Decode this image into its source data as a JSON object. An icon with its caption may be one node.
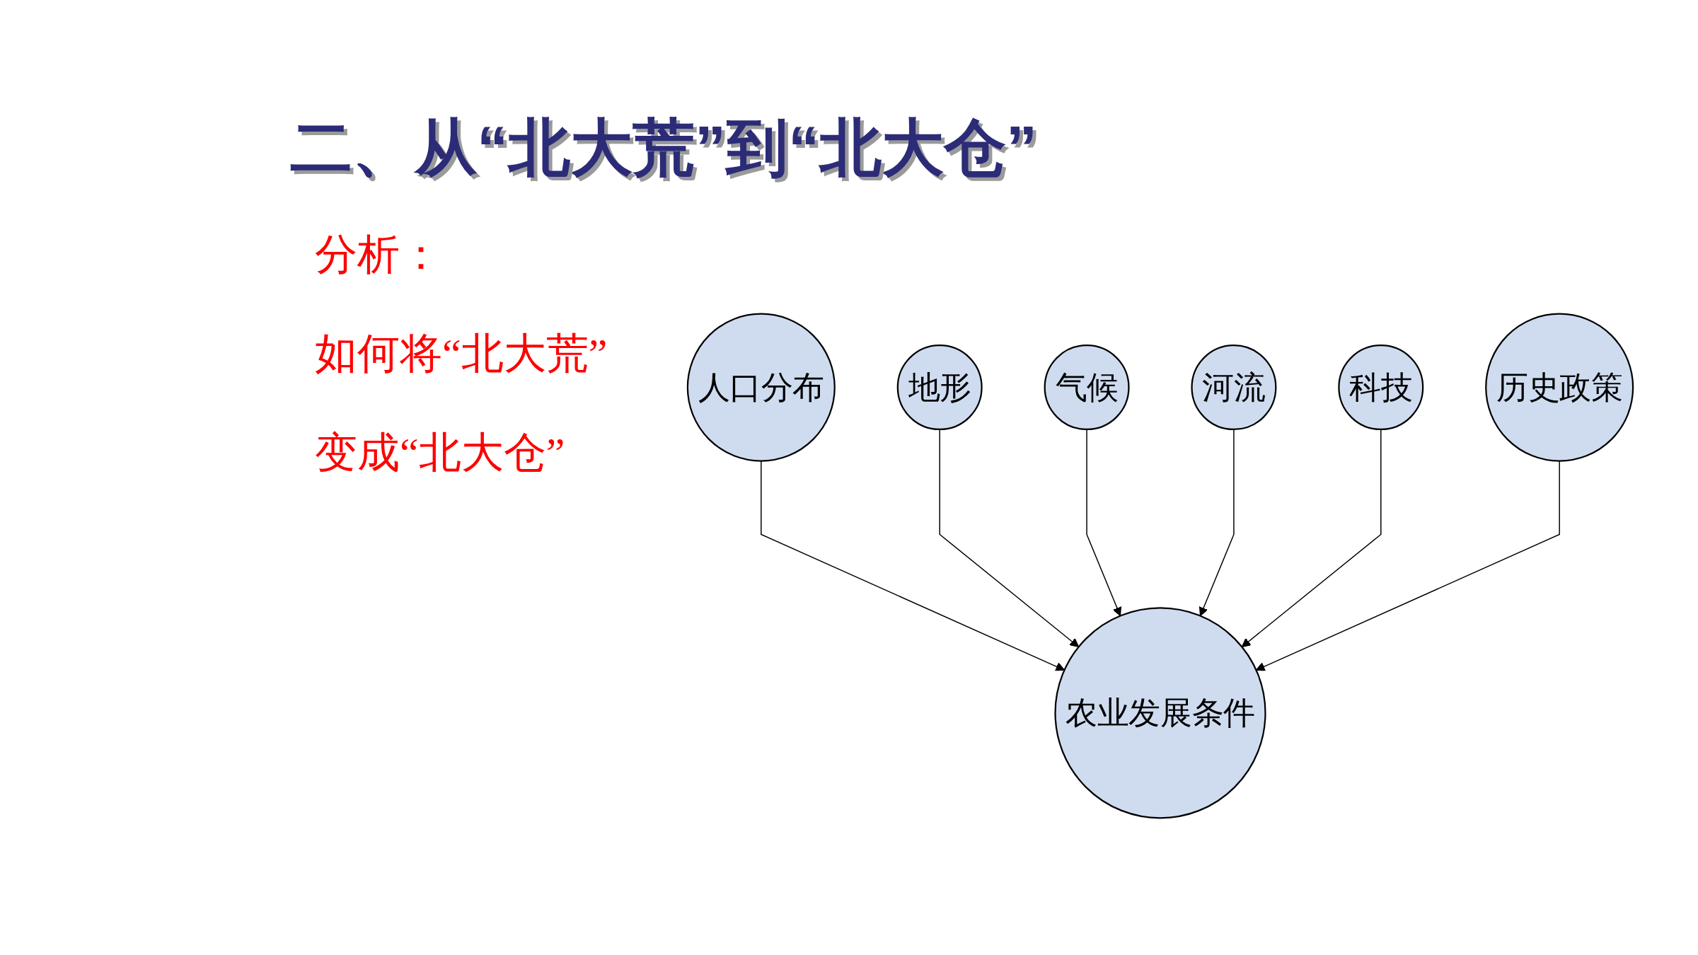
{
  "diagram": {
    "title": "二、从“北大荒”到“北大仓”",
    "nodes": [
      {
        "text": [
          "人口分布"
        ]
      },
      {
        "text": [
          "地形"
        ]
      },
      {
        "text": [
          "气候"
        ]
      },
      {
        "text": [
          "农业发展条件"
        ]
      },
      {
        "text": [
          "河流"
        ]
      },
      {
        "text": [
          "科技"
        ]
      },
      {
        "text": [
          "历史政策"
        ]
      }
    ],
    "edges": [
      {
        "from": 0,
        "to": 3,
        "arrow": "to"
      },
      {
        "from": 1,
        "to": 3,
        "arrow": "to"
      },
      {
        "from": 2,
        "to": 3,
        "arrow": "to"
      },
      {
        "from": 4,
        "to": 3,
        "arrow": "to"
      },
      {
        "from": 5,
        "to": 3,
        "arrow": "to"
      },
      {
        "from": 6,
        "to": 3,
        "arrow": "to"
      }
    ],
    "labels": [
      "分析：",
      "如何将“北大荒”",
      "变成“北大仓”"
    ]
  }
}
